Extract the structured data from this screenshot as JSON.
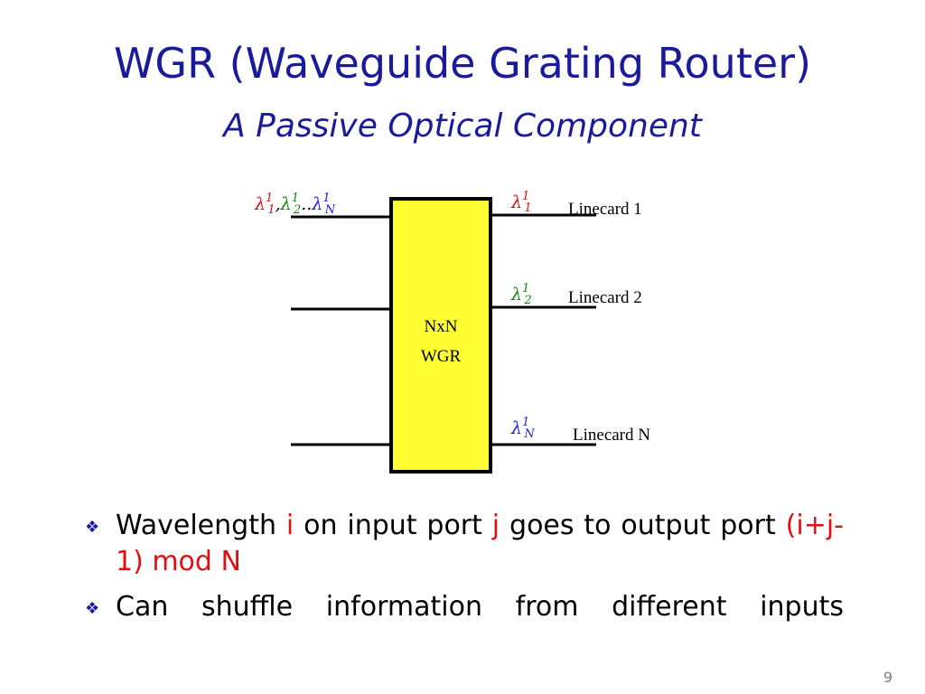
{
  "slide": {
    "title": "WGR (Waveguide Grating Router)",
    "subtitle": "A Passive Optical Component",
    "page_number": "9"
  },
  "diagram": {
    "box_label_line1": "NxN",
    "box_label_line2": "WGR",
    "box_color": "#ffff33",
    "input_label": {
      "lambda": "λ",
      "sup": "1",
      "sub1": "1",
      "sub2": "2",
      "subN": "N",
      "sep1": ",",
      "sep2": ".."
    },
    "outputs": [
      {
        "lambda": "λ",
        "sup": "1",
        "sub": "1",
        "color": "#e01010",
        "label": "Linecard 1"
      },
      {
        "lambda": "λ",
        "sup": "1",
        "sub": "2",
        "color": "#0a8a0a",
        "label": "Linecard 2"
      },
      {
        "lambda": "λ",
        "sup": "1",
        "sub": "N",
        "color": "#1a1ae0",
        "label": "Linecard N"
      }
    ],
    "colors": {
      "red": "#e01010",
      "green": "#0a8a0a",
      "blue": "#1a1ae0"
    }
  },
  "bullets": [
    {
      "p1": "Wavelength ",
      "i": "i",
      "p2": " on input port ",
      "j": "j",
      "p3": " goes to output port ",
      "formula": "(i+j-1) mod N"
    },
    {
      "text": "Can shuffle information from different inputs"
    }
  ],
  "bullet_icon": "diamond-cluster-bullet-icon"
}
